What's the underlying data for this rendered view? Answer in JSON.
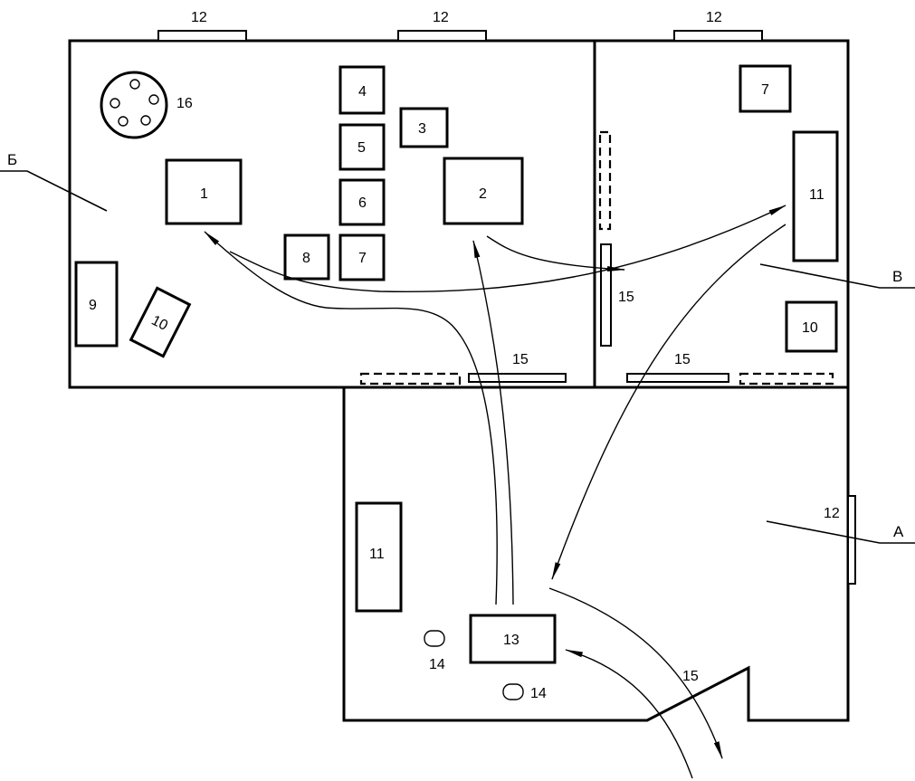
{
  "diagram": {
    "type": "floor-plan",
    "zones": [
      {
        "id": "A",
        "label": "А"
      },
      {
        "id": "B",
        "label": "Б"
      },
      {
        "id": "V",
        "label": "В"
      }
    ],
    "equipment": [
      {
        "id": "eq-1",
        "label": "1"
      },
      {
        "id": "eq-2",
        "label": "2"
      },
      {
        "id": "eq-3",
        "label": "3"
      },
      {
        "id": "eq-4",
        "label": "4"
      },
      {
        "id": "eq-5",
        "label": "5"
      },
      {
        "id": "eq-6",
        "label": "6"
      },
      {
        "id": "eq-7a",
        "label": "7"
      },
      {
        "id": "eq-7b",
        "label": "7"
      },
      {
        "id": "eq-8",
        "label": "8"
      },
      {
        "id": "eq-9",
        "label": "9"
      },
      {
        "id": "eq-10a",
        "label": "10"
      },
      {
        "id": "eq-10b",
        "label": "10"
      },
      {
        "id": "eq-11a",
        "label": "11"
      },
      {
        "id": "eq-11b",
        "label": "11"
      },
      {
        "id": "eq-13",
        "label": "13"
      },
      {
        "id": "eq-16",
        "label": "16"
      }
    ],
    "windows": [
      {
        "label": "12"
      },
      {
        "label": "12"
      },
      {
        "label": "12"
      },
      {
        "label": "12"
      }
    ],
    "doors": [
      {
        "label": "15"
      },
      {
        "label": "15"
      },
      {
        "label": "15"
      },
      {
        "label": "15"
      }
    ],
    "stools": [
      {
        "label": "14"
      },
      {
        "label": "14"
      }
    ]
  }
}
